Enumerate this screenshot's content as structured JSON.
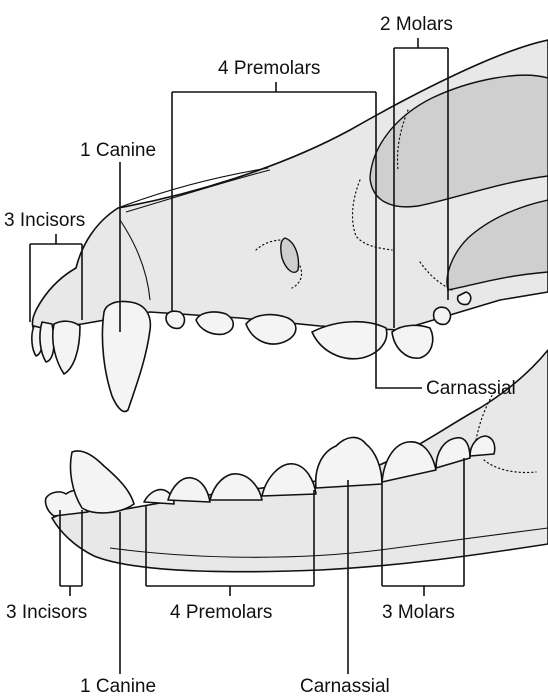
{
  "upper_jaw": {
    "molars_label": "2 Molars",
    "premolars_label": "4 Premolars",
    "canine_label": "1 Canine",
    "incisors_label": "3 Incisors",
    "carnassial_label": "Carnassial"
  },
  "lower_jaw": {
    "incisors_label": "3 Incisors",
    "premolars_label": "4 Premolars",
    "molars_label": "3 Molars",
    "canine_label": "1 Canine",
    "carnassial_label": "Carnassial"
  },
  "colors": {
    "bone": "#e8e8e8",
    "shade": "#cfcfcf",
    "tooth": "#f4f4f4",
    "line": "#111111"
  }
}
